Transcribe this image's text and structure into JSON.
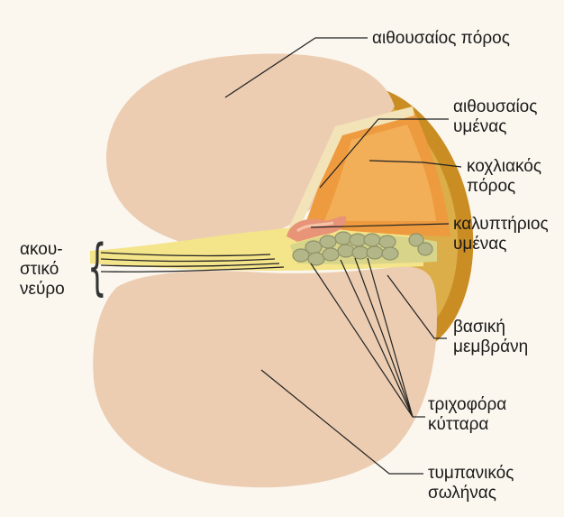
{
  "labels": {
    "vestibular_duct": "αιθουσαίος πόρος",
    "vestibular_membrane": [
      "αιθουσαίος",
      "υμένας"
    ],
    "cochlear_duct": [
      "κοχλιακός",
      "πόρος"
    ],
    "tectorial_membrane": [
      "καλυπτήριος",
      "υμένας"
    ],
    "acoustic_nerve": [
      "ακου-",
      "στικό",
      "νεύρο"
    ],
    "basilar_membrane": [
      "βασική",
      "μεμβράνη"
    ],
    "hair_cells": [
      "τριχοφόρα",
      "κύτταρα"
    ],
    "tympanic_duct": [
      "τυμπανικός",
      "σωλήνας"
    ]
  },
  "colors": {
    "background": "#fbf7ef",
    "duct_fill": "#eccdb2",
    "cochlear_duct": "#ee9a3e",
    "outer_wall": "#c98d24",
    "organ_yellow": "#f4e48a",
    "hair_cells": "#b3b688",
    "tectorial": "#e89478"
  }
}
